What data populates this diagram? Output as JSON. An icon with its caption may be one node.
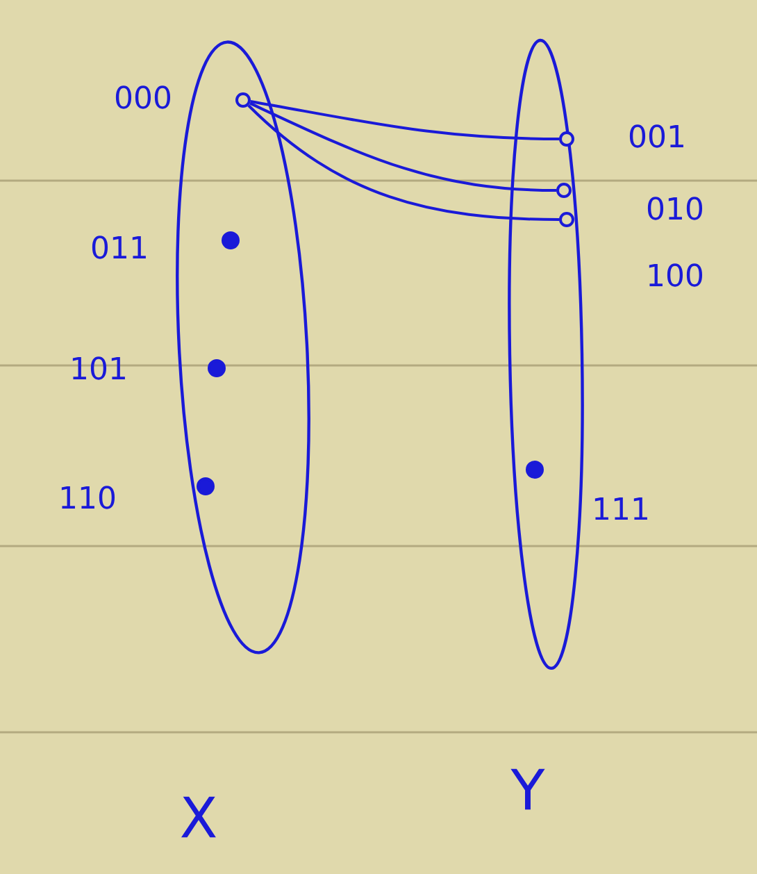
{
  "diagram": {
    "nodes": [
      {
        "text": [
          "X"
        ]
      },
      {
        "text": [],
        "shape": "circle",
        "beside": [
          "000"
        ],
        "in": 0
      },
      {
        "text": [],
        "shape": "circle",
        "beside": [
          "011"
        ],
        "in": 0
      },
      {
        "text": [],
        "shape": "circle",
        "beside": [
          "101"
        ],
        "in": 0
      },
      {
        "text": [],
        "shape": "circle",
        "beside": [
          "110"
        ],
        "in": 0
      },
      {
        "text": [
          "Y"
        ]
      },
      {
        "text": [],
        "shape": "circle",
        "beside": [
          "001"
        ],
        "in": 5
      },
      {
        "text": [],
        "shape": "circle",
        "beside": [
          "010"
        ],
        "in": 5
      },
      {
        "text": [],
        "shape": "circle",
        "beside": [
          "100"
        ],
        "in": 5
      },
      {
        "text": [],
        "shape": "circle",
        "beside": [
          "111"
        ],
        "in": 5
      }
    ],
    "edges": [
      {
        "from": 1,
        "to": 6,
        "arrow": "none"
      },
      {
        "from": 1,
        "to": 7,
        "arrow": "none"
      },
      {
        "from": 1,
        "to": 8,
        "arrow": "none"
      }
    ]
  }
}
